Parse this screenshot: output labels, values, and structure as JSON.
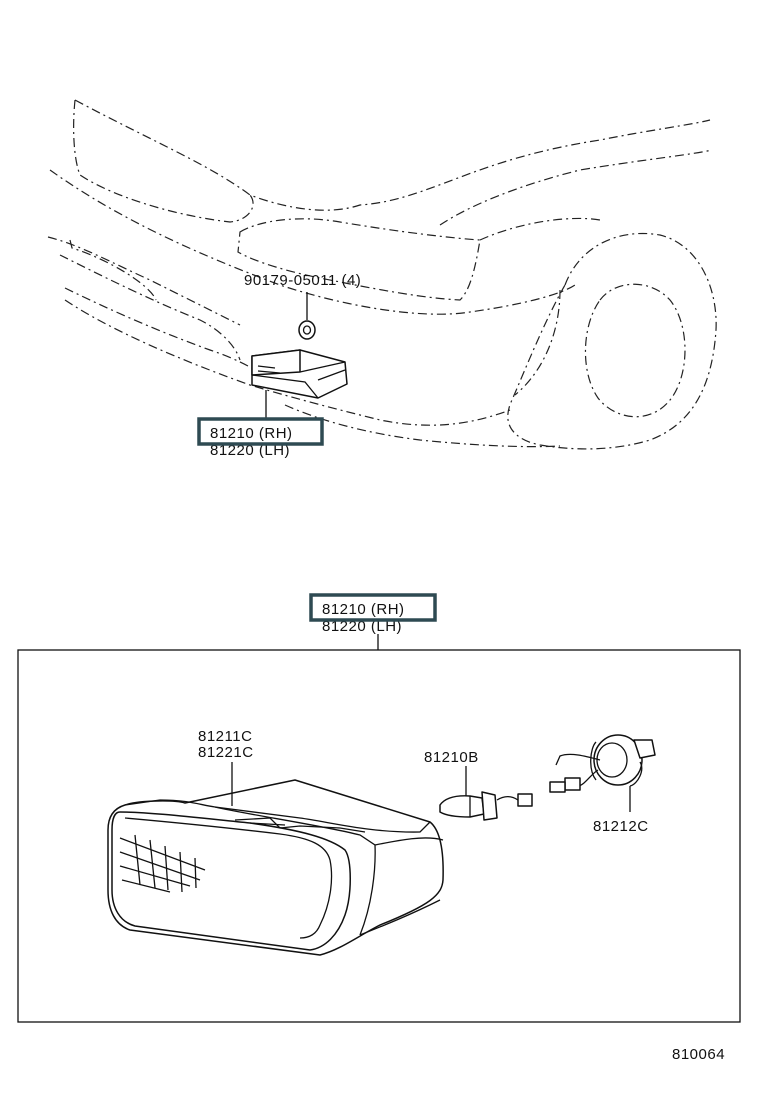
{
  "labels": {
    "clip_part": "90179-05011 (4)",
    "lamp_rh_top": "81210 (RH)",
    "lamp_lh_top": "81220 (LH)",
    "lamp_rh_assy": "81210 (RH)",
    "lamp_lh_assy": "81220 (LH)",
    "lens_part_1": "81211C",
    "lens_part_2": "81221C",
    "bulb_part": "81210B",
    "socket_part": "81212C",
    "diagram_id": "810064"
  },
  "colors": {
    "highlight_box": "#2e4a52",
    "line": "#111111"
  }
}
